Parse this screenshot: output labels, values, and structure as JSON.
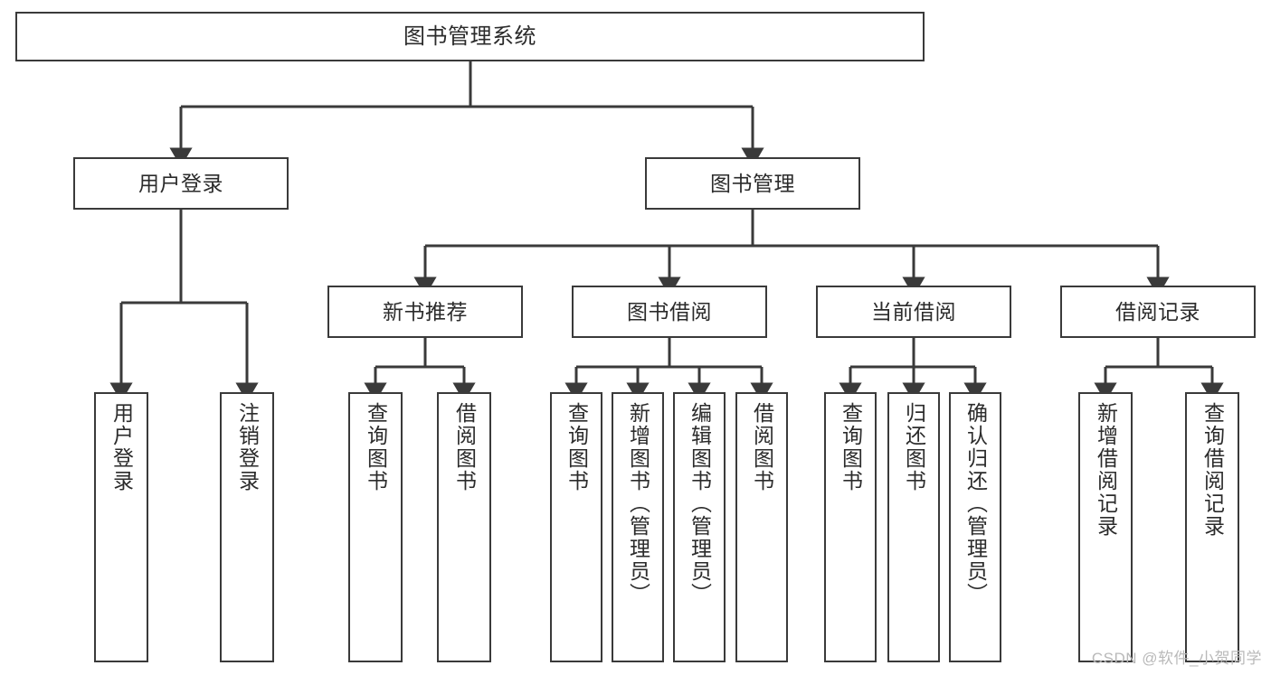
{
  "diagram": {
    "title": "图书管理系统",
    "type": "tree-hierarchy",
    "colors": {
      "background": "#ffffff",
      "node_border": "#3a3a3a",
      "node_fill": "#ffffff",
      "edge": "#3a3a3a",
      "text": "#2b2b2b",
      "watermark": "#b9b9b9"
    },
    "root": {
      "label": "图书管理系统"
    },
    "level2": [
      {
        "label": "用户登录"
      },
      {
        "label": "图书管理"
      }
    ],
    "level3": [
      {
        "label": "新书推荐"
      },
      {
        "label": "图书借阅"
      },
      {
        "label": "当前借阅"
      },
      {
        "label": "借阅记录"
      }
    ],
    "leaves": {
      "user_login": [
        {
          "label": "用户登录"
        },
        {
          "label": "注销登录"
        }
      ],
      "new_book_recommend": [
        {
          "label": "查询图书"
        },
        {
          "label": "借阅图书"
        }
      ],
      "book_borrow": [
        {
          "label": "查询图书"
        },
        {
          "label": "新增图书（管理员）"
        },
        {
          "label": "编辑图书（管理员）"
        },
        {
          "label": "借阅图书"
        }
      ],
      "current_borrow": [
        {
          "label": "查询图书"
        },
        {
          "label": "归还图书"
        },
        {
          "label": "确认归还（管理员）"
        }
      ],
      "borrow_record": [
        {
          "label": "新增借阅记录"
        },
        {
          "label": "查询借阅记录"
        }
      ]
    },
    "watermark": "CSDN @软件_小贺同学"
  }
}
